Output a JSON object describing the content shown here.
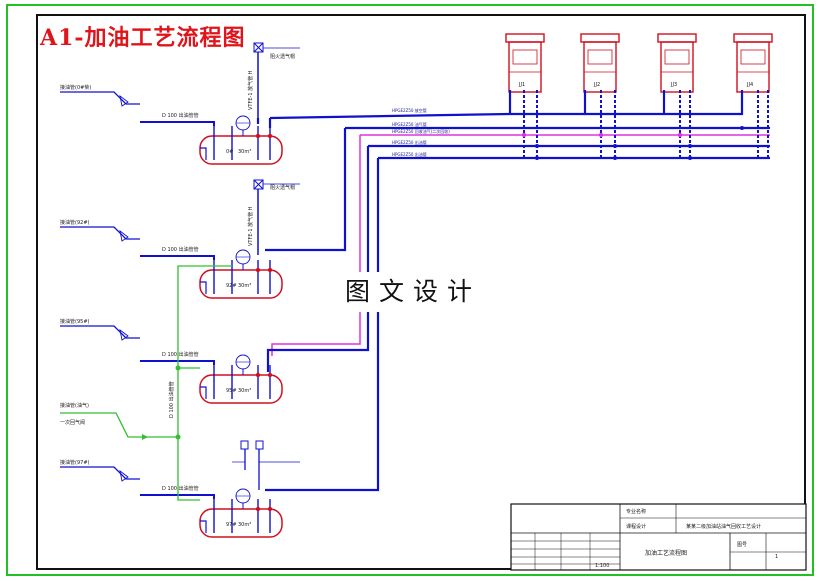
{
  "title": "A1-加油工艺流程图",
  "watermark": "图文设计",
  "pipeline_labels": [
    "HPGE2Z50 放空管",
    "HPGE2Z50 油气管",
    "HPGE2Z50 回收油气(二次回收)",
    "HPGE2Z50 出油管",
    "HPGE2Z50 出油管"
  ],
  "dispensers": [
    "JJ1",
    "JJ2",
    "JJ3",
    "JJ4"
  ],
  "tanks": [
    {
      "label": "0#",
      "volume": "30m³",
      "inlet": "D 100 出油管管"
    },
    {
      "label": "92#",
      "volume": "30m³",
      "inlet": "D 100 出油管管"
    },
    {
      "label": "95#",
      "volume": "30m³",
      "inlet": "D 100 出油管管"
    },
    {
      "label": "97#",
      "volume": "30m³",
      "inlet": "D 100 出油管管"
    }
  ],
  "left_labels": [
    "接油管(0#柴)",
    "接油管(92#)",
    "接油管(95#)",
    "接油管(油气)",
    "接油管(97#)"
  ],
  "left_sub_labels": [
    "一次回气阀"
  ],
  "vent_labels": [
    "阻火透气帽",
    "VTFE-1 放气管 H"
  ],
  "title_block": {
    "drawing_title": "加油工艺流程图",
    "project": "某某二级加油站油气回收工艺设计",
    "scale": "1:100"
  }
}
